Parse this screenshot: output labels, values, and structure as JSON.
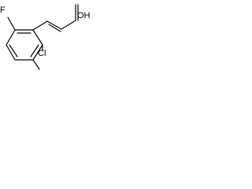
{
  "molecule": {
    "atoms": {
      "fluorine": "F",
      "hydroxyl": "OH",
      "chlorine": "Cl"
    },
    "colors": {
      "bond": "#000000",
      "background": "#ffffff"
    }
  }
}
